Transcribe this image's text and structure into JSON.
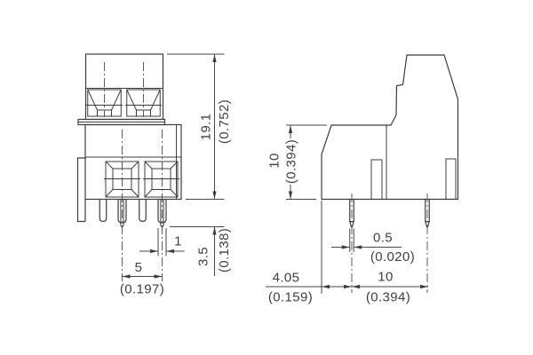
{
  "drawing": {
    "type": "technical-dimension-drawing",
    "component": "pcb-screw-terminal-block-two-level",
    "background": "#ffffff",
    "line_color": "#3c3c3c",
    "views": {
      "left": "front-view",
      "right": "side-view"
    },
    "dims": {
      "total_height": {
        "mm": "19.1",
        "inch": "(0.752)"
      },
      "pin_length": {
        "mm": "3.5",
        "inch": "(0.138)"
      },
      "pin_width": {
        "mm": "1"
      },
      "pitch": {
        "mm": "5",
        "inch": "(0.197)"
      },
      "step_height": {
        "mm": "10",
        "inch": "(0.394)"
      },
      "pin_thickness": {
        "mm": "0.5",
        "inch": "(0.020)"
      },
      "edge_to_pin": {
        "mm": "4.05",
        "inch": "(0.159)"
      },
      "pin_row_spacing": {
        "mm": "10",
        "inch": "(0.394)"
      }
    }
  }
}
